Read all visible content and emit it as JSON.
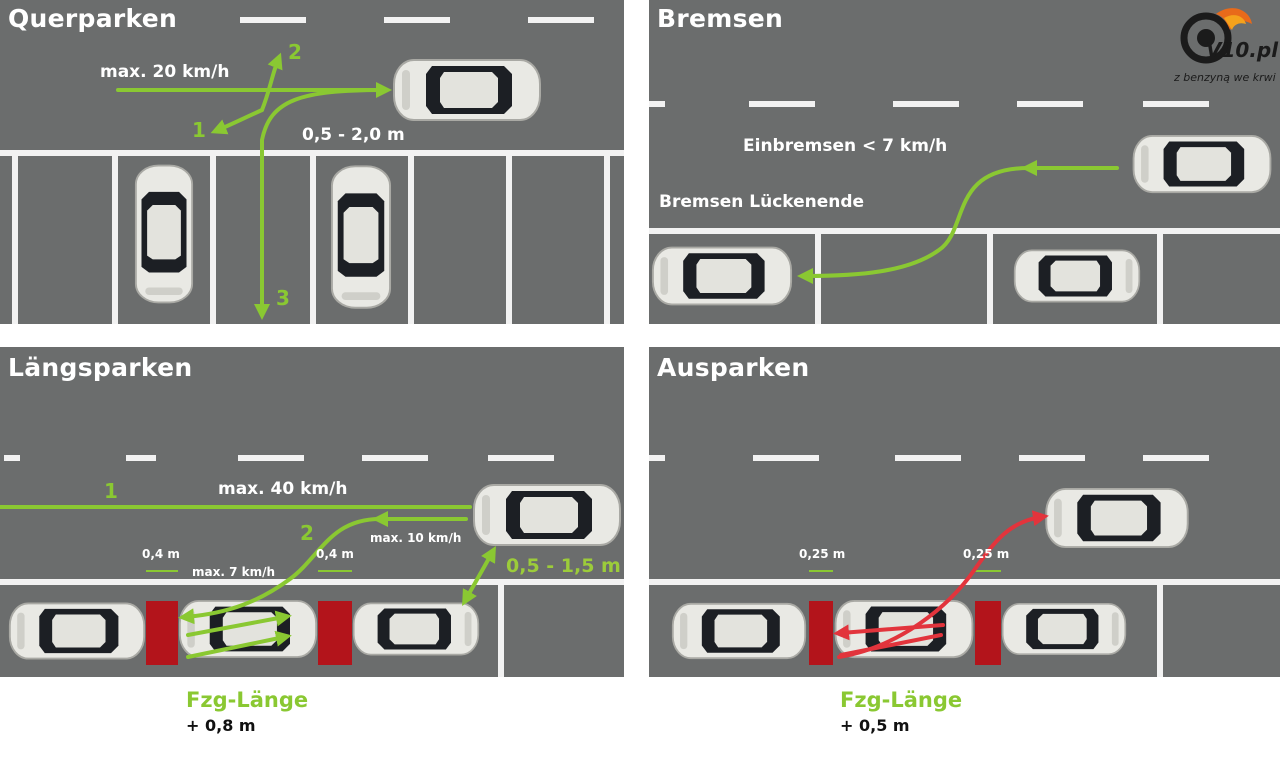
{
  "logo": {
    "brand": "V10.pl",
    "tagline": "z benzyną we krwi"
  },
  "panels": {
    "querparken": {
      "title": "Querparken",
      "speed": "max. 20 km/h",
      "distance": "0,5 - 2,0 m",
      "steps": [
        "1",
        "2",
        "3"
      ]
    },
    "bremsen": {
      "title": "Bremsen",
      "brake_in": "Einbremsen < 7 km/h",
      "brake_end": "Bremsen Lückenende"
    },
    "laengsparken": {
      "title": "Längsparken",
      "step1": "1",
      "step2": "2",
      "speed_main": "max. 40 km/h",
      "speed_reverse": "max. 10 km/h",
      "speed_gap": "max. 7 km/h",
      "gap_left": "0,4 m",
      "gap_right": "0,4 m",
      "lateral": "0,5 - 1,5 m",
      "footer_title": "Fzg-Länge",
      "footer_value": "+ 0,8 m"
    },
    "ausparken": {
      "title": "Ausparken",
      "gap_left": "0,25 m",
      "gap_right": "0,25 m",
      "footer_title": "Fzg-Länge",
      "footer_value": "+ 0,5 m"
    }
  },
  "colors": {
    "asphalt": "#6b6d6d",
    "arrow_green": "#8ac832",
    "arrow_red": "#e2343c",
    "block_red": "#b3141b",
    "car_body": "#e8e8e4",
    "marking": "#f2f2f2"
  }
}
